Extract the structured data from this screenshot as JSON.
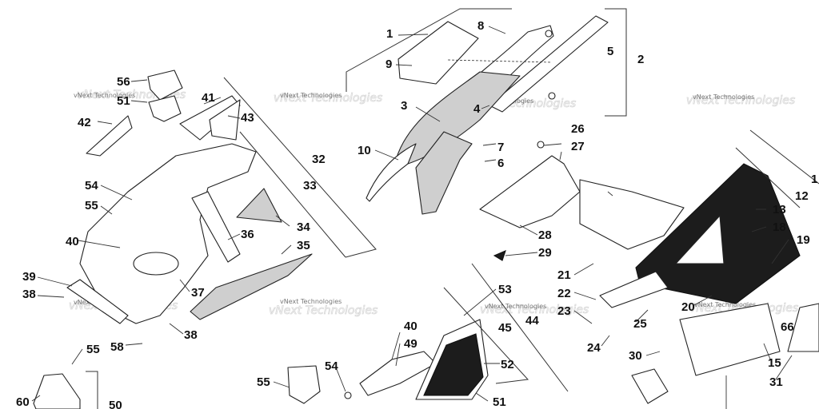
{
  "watermark": "vNext Technologies",
  "callouts": [
    {
      "id": "c1",
      "text": "1"
    },
    {
      "id": "c2",
      "text": "2"
    },
    {
      "id": "c3",
      "text": "3"
    },
    {
      "id": "c4",
      "text": "4"
    },
    {
      "id": "c5",
      "text": "5"
    },
    {
      "id": "c6",
      "text": "6"
    },
    {
      "id": "c7",
      "text": "7"
    },
    {
      "id": "c8",
      "text": "8"
    },
    {
      "id": "c9",
      "text": "9"
    },
    {
      "id": "c10",
      "text": "10"
    },
    {
      "id": "c11",
      "text": "1"
    },
    {
      "id": "c12",
      "text": "12"
    },
    {
      "id": "c13",
      "text": "13"
    },
    {
      "id": "c15",
      "text": "15"
    },
    {
      "id": "c18",
      "text": "18"
    },
    {
      "id": "c19",
      "text": "19"
    },
    {
      "id": "c20",
      "text": "20"
    },
    {
      "id": "c21",
      "text": "21"
    },
    {
      "id": "c22",
      "text": "22"
    },
    {
      "id": "c23",
      "text": "23"
    },
    {
      "id": "c24",
      "text": "24"
    },
    {
      "id": "c25",
      "text": "25"
    },
    {
      "id": "c26",
      "text": "26"
    },
    {
      "id": "c27",
      "text": "27"
    },
    {
      "id": "c28",
      "text": "28"
    },
    {
      "id": "c29",
      "text": "29"
    },
    {
      "id": "c30",
      "text": "30"
    },
    {
      "id": "c31",
      "text": "31"
    },
    {
      "id": "c32",
      "text": "32"
    },
    {
      "id": "c33",
      "text": "33"
    },
    {
      "id": "c34",
      "text": "34"
    },
    {
      "id": "c35",
      "text": "35"
    },
    {
      "id": "c36",
      "text": "36"
    },
    {
      "id": "c37",
      "text": "37"
    },
    {
      "id": "c38a",
      "text": "38"
    },
    {
      "id": "c38b",
      "text": "38"
    },
    {
      "id": "c39",
      "text": "39"
    },
    {
      "id": "c40a",
      "text": "40"
    },
    {
      "id": "c40b",
      "text": "40"
    },
    {
      "id": "c41",
      "text": "41"
    },
    {
      "id": "c42",
      "text": "42"
    },
    {
      "id": "c43",
      "text": "43"
    },
    {
      "id": "c44",
      "text": "44"
    },
    {
      "id": "c45",
      "text": "45"
    },
    {
      "id": "c49",
      "text": "49"
    },
    {
      "id": "c50",
      "text": "50"
    },
    {
      "id": "c51a",
      "text": "51"
    },
    {
      "id": "c51b",
      "text": "51"
    },
    {
      "id": "c52",
      "text": "52"
    },
    {
      "id": "c53",
      "text": "53"
    },
    {
      "id": "c54a",
      "text": "54"
    },
    {
      "id": "c54b",
      "text": "54"
    },
    {
      "id": "c55a",
      "text": "55"
    },
    {
      "id": "c55b",
      "text": "55"
    },
    {
      "id": "c55c",
      "text": "55"
    },
    {
      "id": "c56",
      "text": "56"
    },
    {
      "id": "c58",
      "text": "58"
    },
    {
      "id": "c60",
      "text": "60"
    },
    {
      "id": "c66",
      "text": "66"
    }
  ]
}
